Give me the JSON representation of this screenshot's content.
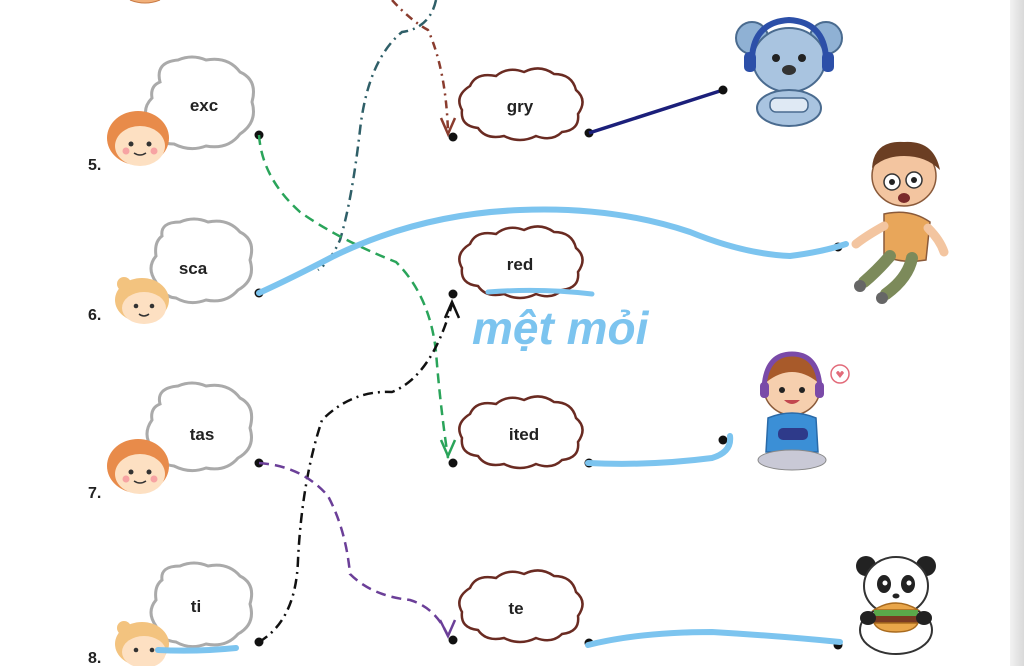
{
  "exercise": {
    "rows": [
      {
        "number": "5.",
        "start": "exc"
      },
      {
        "number": "6.",
        "start": "sca"
      },
      {
        "number": "7.",
        "start": "tas"
      },
      {
        "number": "8.",
        "start": "ti"
      }
    ],
    "endings": [
      "gry",
      "red",
      "ited",
      "te"
    ],
    "pictures": [
      "koala-gamer",
      "scared-boy",
      "happy-gamer-kid",
      "panda-burger"
    ]
  },
  "handwriting": {
    "annotation": "mệt mỏi",
    "ink_color": "#7cc4ef"
  },
  "line_colors": {
    "brown": "#8a3c2e",
    "teal": "#2f5f68",
    "green": "#2aa45a",
    "black": "#111111",
    "purple": "#6b3f98",
    "navy": "#1b1f7a"
  }
}
